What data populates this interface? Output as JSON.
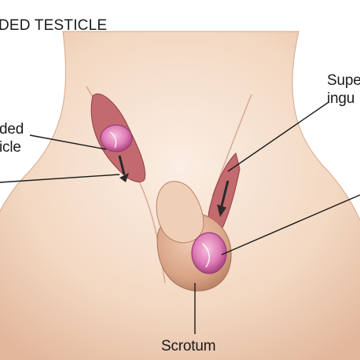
{
  "title": "DED TESTICLE",
  "labels": {
    "undescended_line1": "ded",
    "undescended_line2": "icle",
    "superficial_line1": "Supe",
    "superficial_line2": "ingu",
    "normal_line1": "",
    "scrotum": "Scrotum"
  },
  "colors": {
    "skin": "#f3d9c4",
    "skin_shadow": "#d9a88a",
    "testis": "#e48bc0",
    "testis_dark": "#b0468a",
    "leader_line": "#1a1a1a"
  }
}
